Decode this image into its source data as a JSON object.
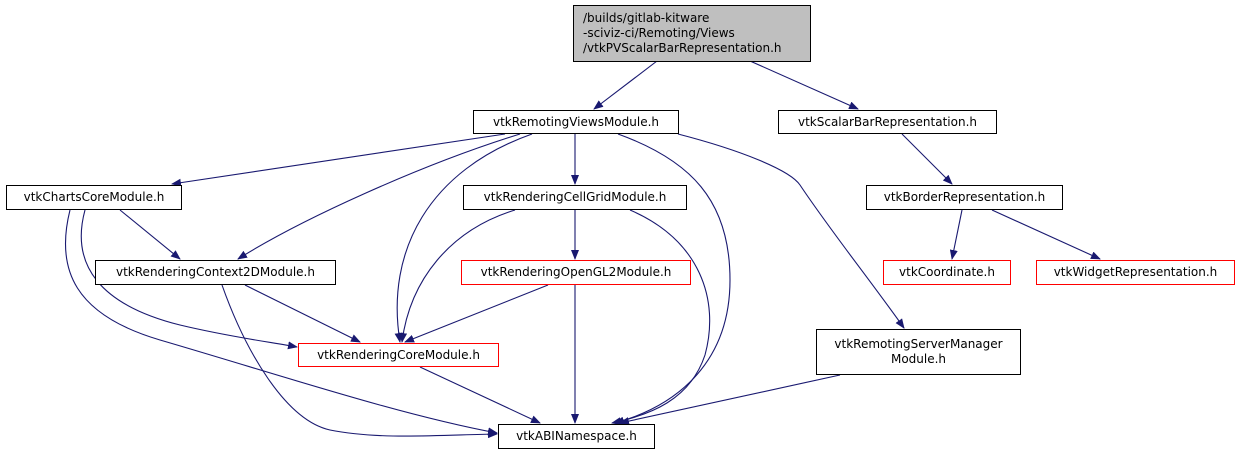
{
  "graph": {
    "edge_color": "#191970",
    "root_fill": "#bfbfbf",
    "incomplete_border_color": "#ff0000",
    "nodes": {
      "root": "/builds/gitlab-kitware\n-sciviz-ci/Remoting/Views\n/vtkPVScalarBarRepresentation.h",
      "remoting_views": "vtkRemotingViewsModule.h",
      "scalar_bar": "vtkScalarBarRepresentation.h",
      "charts_core": "vtkChartsCoreModule.h",
      "cell_grid": "vtkRenderingCellGridModule.h",
      "border": "vtkBorderRepresentation.h",
      "context2d": "vtkRenderingContext2DModule.h",
      "opengl2": "vtkRenderingOpenGL2Module.h",
      "coordinate": "vtkCoordinate.h",
      "widget": "vtkWidgetRepresentation.h",
      "rendering_core": "vtkRenderingCoreModule.h",
      "server_manager": "vtkRemotingServerManager\nModule.h",
      "abi": "vtkABINamespace.h"
    }
  }
}
